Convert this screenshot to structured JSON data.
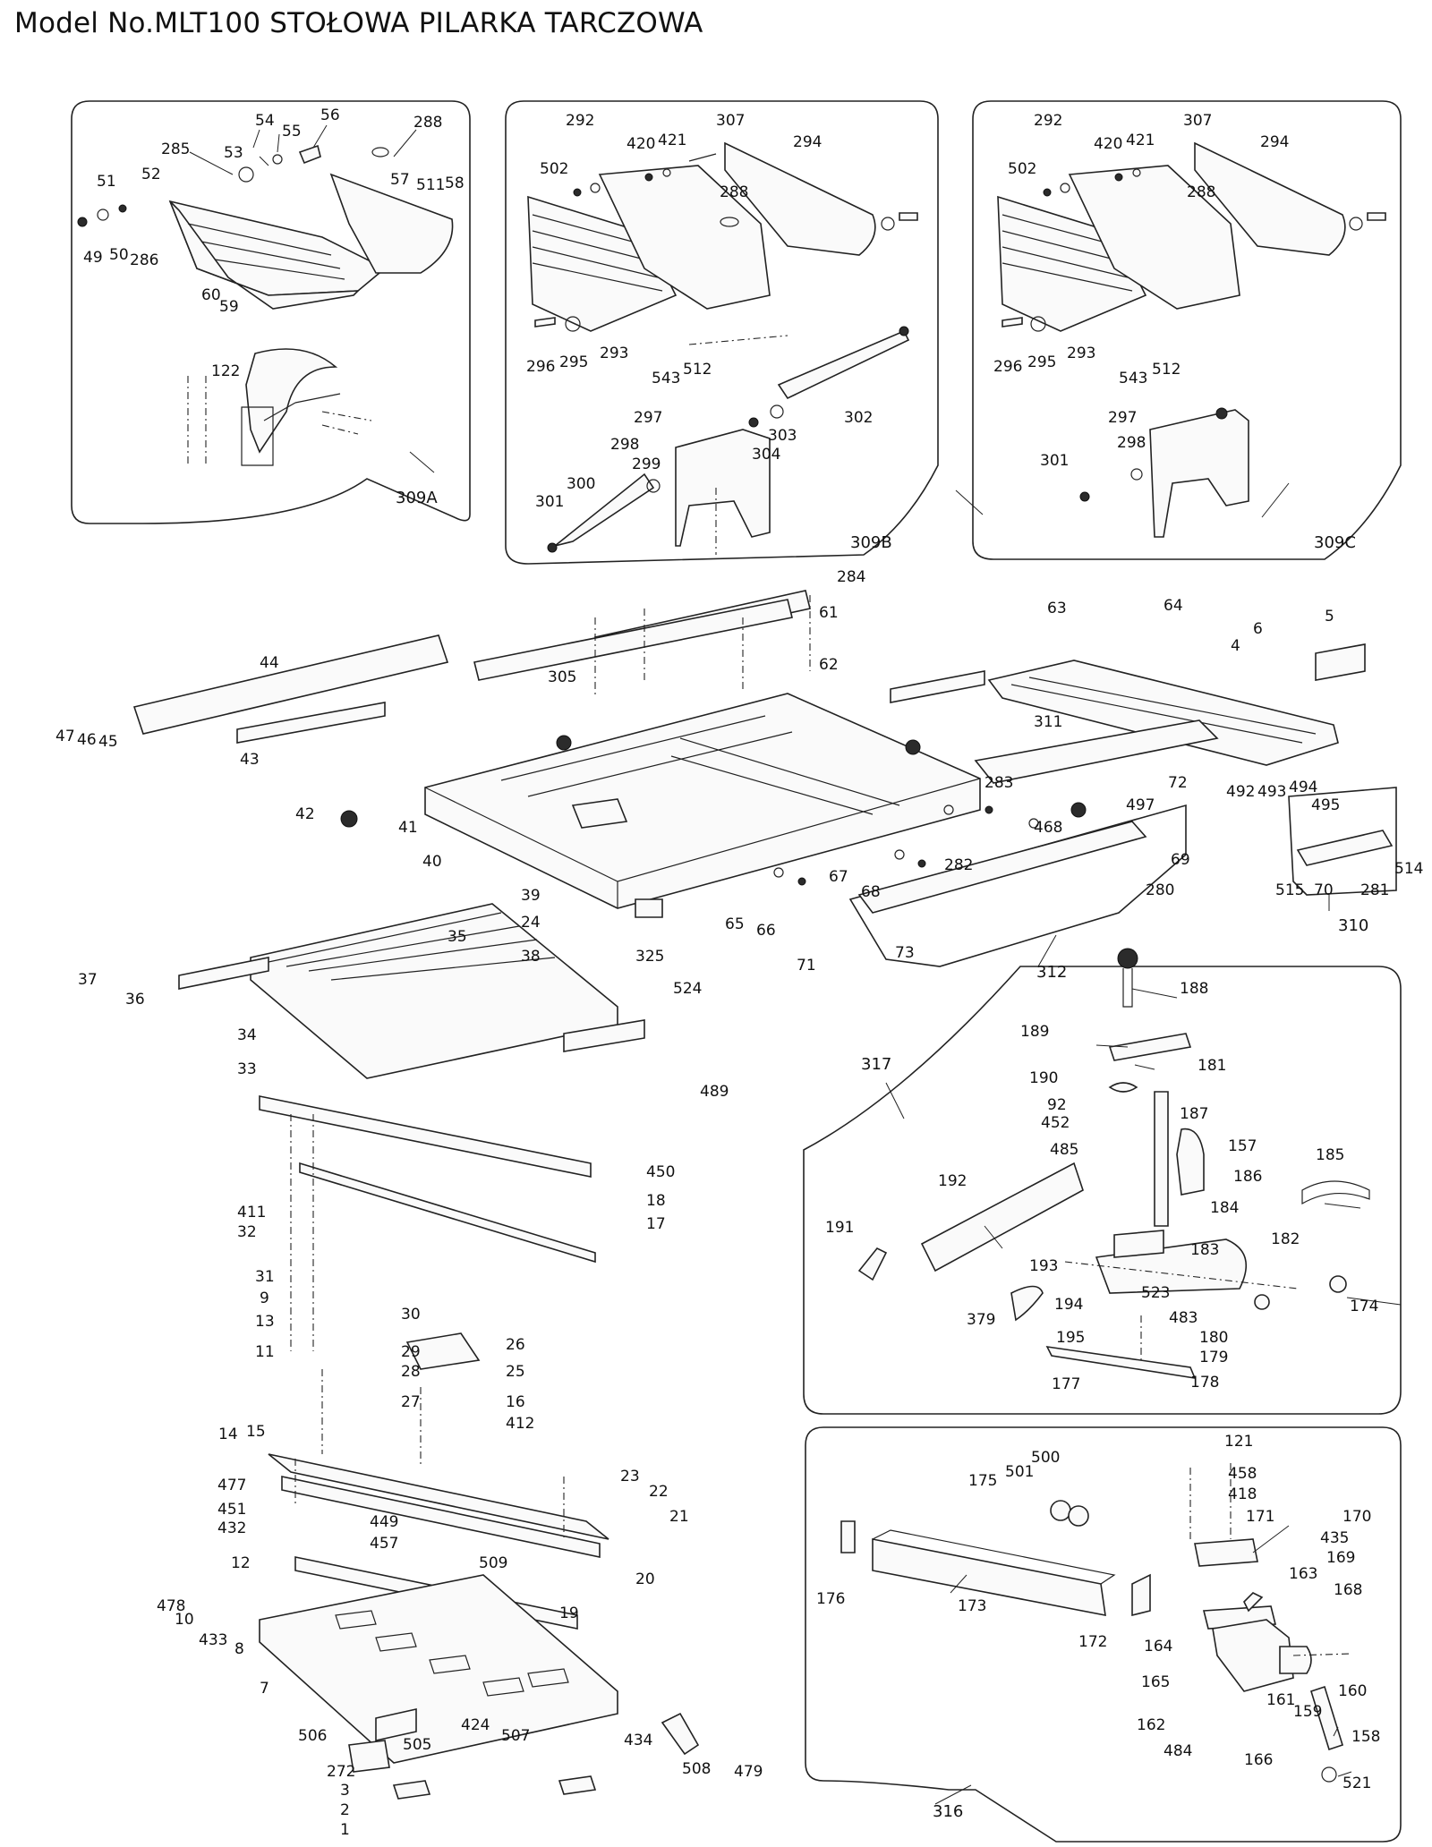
{
  "title": "Model No.MLT100 STOŁOWA PILARKA TARCZOWA",
  "group_labels": [
    "309A",
    "309B",
    "309C",
    "310",
    "312",
    "317",
    "316"
  ],
  "part_labels": [
    "54",
    "55",
    "56",
    "288",
    "53",
    "285",
    "51",
    "52",
    "57",
    "511",
    "58",
    "49",
    "50",
    "286",
    "60",
    "59",
    "122",
    "292",
    "307",
    "420",
    "421",
    "502",
    "294",
    "288",
    "296",
    "295",
    "293",
    "543",
    "512",
    "297",
    "303",
    "302",
    "298",
    "299",
    "304",
    "301",
    "300",
    "292",
    "307",
    "420",
    "421",
    "502",
    "294",
    "288",
    "296",
    "295",
    "293",
    "543",
    "512",
    "297",
    "298",
    "301",
    "284",
    "61",
    "305",
    "62",
    "63",
    "64",
    "6",
    "5",
    "4",
    "44",
    "47",
    "46",
    "45",
    "43",
    "42",
    "41",
    "40",
    "311",
    "72",
    "283",
    "468",
    "497",
    "492",
    "493",
    "494",
    "495",
    "39",
    "24",
    "38",
    "325",
    "282",
    "65",
    "66",
    "67",
    "68",
    "69",
    "280",
    "71",
    "73",
    "70",
    "281",
    "515",
    "514",
    "37",
    "36",
    "35",
    "524",
    "489",
    "34",
    "33",
    "450",
    "18",
    "17",
    "411",
    "32",
    "31",
    "9",
    "13",
    "11",
    "30",
    "26",
    "29",
    "28",
    "25",
    "27",
    "16",
    "412",
    "14",
    "15",
    "477",
    "451",
    "432",
    "23",
    "22",
    "21",
    "12",
    "449",
    "457",
    "509",
    "20",
    "19",
    "478",
    "10",
    "433",
    "8",
    "7",
    "506",
    "505",
    "424",
    "507",
    "434",
    "508",
    "479",
    "272",
    "3",
    "2",
    "1",
    "188",
    "189",
    "181",
    "190",
    "187",
    "92",
    "452",
    "485",
    "157",
    "186",
    "185",
    "192",
    "184",
    "191",
    "183",
    "182",
    "193",
    "194",
    "523",
    "174",
    "379",
    "483",
    "195",
    "180",
    "179",
    "178",
    "177",
    "121",
    "175",
    "501",
    "500",
    "458",
    "418",
    "171",
    "170",
    "435",
    "169",
    "176",
    "173",
    "163",
    "168",
    "172",
    "164",
    "165",
    "161",
    "160",
    "159",
    "162",
    "484",
    "166",
    "158",
    "521"
  ]
}
